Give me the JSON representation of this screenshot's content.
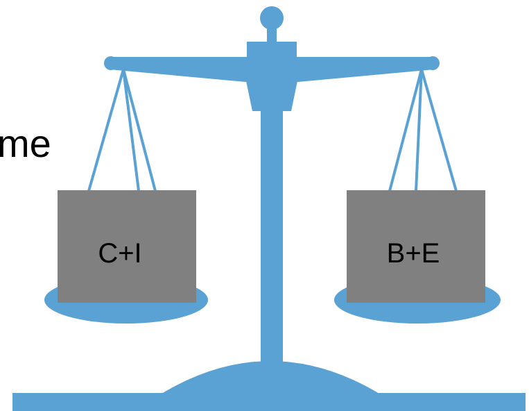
{
  "partial_text": "me",
  "left_weight": {
    "label": "C+I"
  },
  "right_weight": {
    "label": "B+E"
  },
  "colors": {
    "scale": "#5aa1d4",
    "weight_box": "#808080",
    "text": "#000000"
  },
  "icons": [
    "balance-scale-icon"
  ]
}
